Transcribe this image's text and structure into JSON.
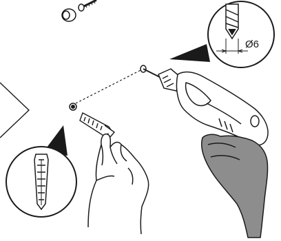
{
  "figure": {
    "drill_bit_diameter_label": "Ø6"
  },
  "palette": {
    "ink": "#1a1a1a",
    "glove_gray": "#8d8d8d",
    "paper": "#ffffff"
  },
  "parts": [
    {
      "name": "screw-and-cap-icon"
    },
    {
      "name": "wall-plug-icon"
    },
    {
      "name": "drill-icon"
    },
    {
      "name": "hand-icon"
    },
    {
      "name": "drill-bit-detail-callout"
    },
    {
      "name": "wall-plug-detail-callout"
    }
  ]
}
